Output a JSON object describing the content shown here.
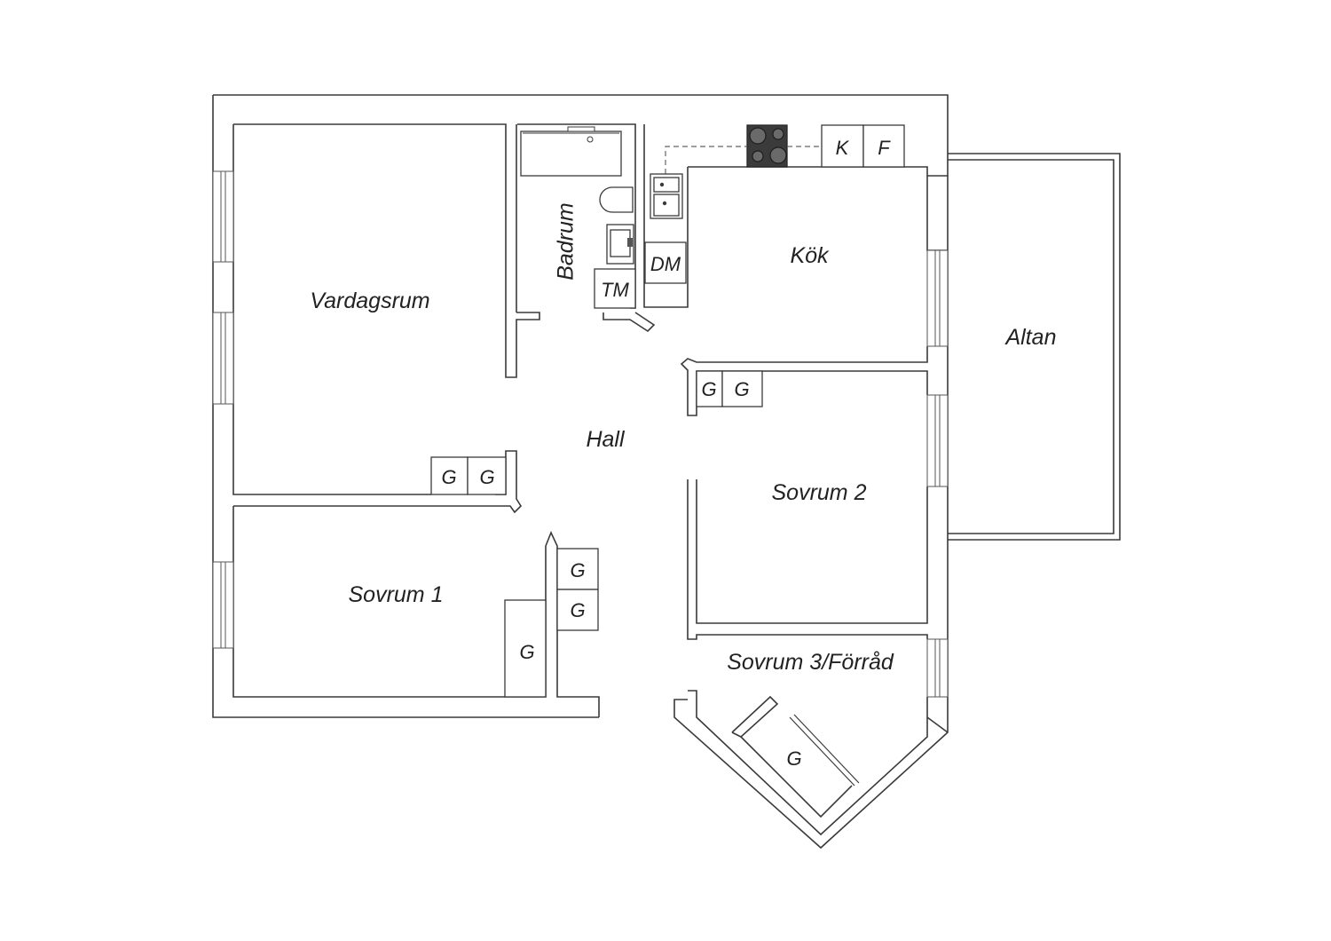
{
  "rooms": {
    "vardagsrum": "Vardagsrum",
    "badrum": "Badrum",
    "kok": "Kök",
    "altan": "Altan",
    "hall": "Hall",
    "sovrum1": "Sovrum 1",
    "sovrum2": "Sovrum 2",
    "sovrum3": "Sovrum 3/Förråd"
  },
  "fixtures": {
    "kyl": "K",
    "frys": "F",
    "diskmaskin": "DM",
    "tvattmaskin": "TM",
    "garderob": "G"
  },
  "colors": {
    "wall": "#3a3a3a",
    "hob": "#3b3b3b",
    "background": "#ffffff"
  }
}
